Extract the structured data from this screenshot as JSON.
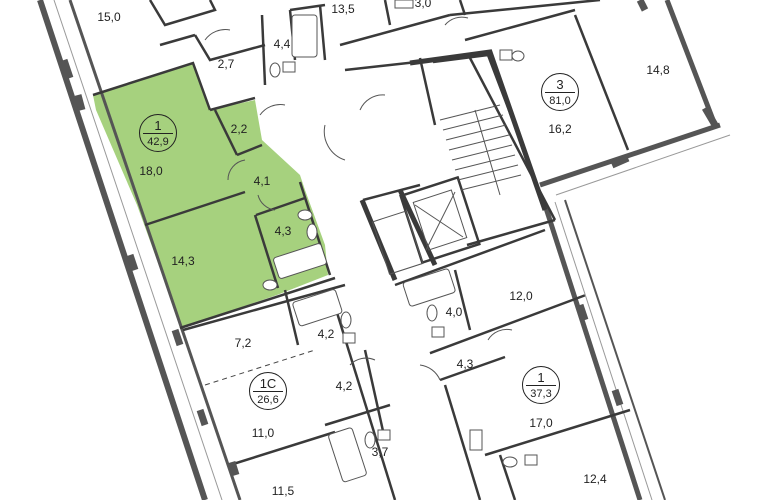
{
  "plan": {
    "selected_apartment": {
      "rooms": "1",
      "area": "42,9",
      "highlight_color": "#a6d17e"
    },
    "apartments": [
      {
        "id": "apt-3",
        "rooms": "3",
        "area": "81,0"
      },
      {
        "id": "apt-1-right",
        "rooms": "1",
        "area": "37,3"
      },
      {
        "id": "apt-1c",
        "rooms": "1C",
        "area": "26,6"
      }
    ],
    "room_areas": [
      "15,0",
      "13,5",
      "3,0",
      "4,4",
      "2,7",
      "14,8",
      "16,2",
      "18,0",
      "2,2",
      "4,1",
      "4,3",
      "14,3",
      "12,0",
      "4,0",
      "4,3",
      "17,0",
      "12,4",
      "7,2",
      "4,2",
      "4,2",
      "11,0",
      "3,7",
      "11,5"
    ],
    "colors": {
      "wall": "#3a3a3a",
      "outer_wall": "#555555",
      "window": "#888888",
      "selected_fill": "#a6d17e",
      "line": "#555555"
    }
  }
}
